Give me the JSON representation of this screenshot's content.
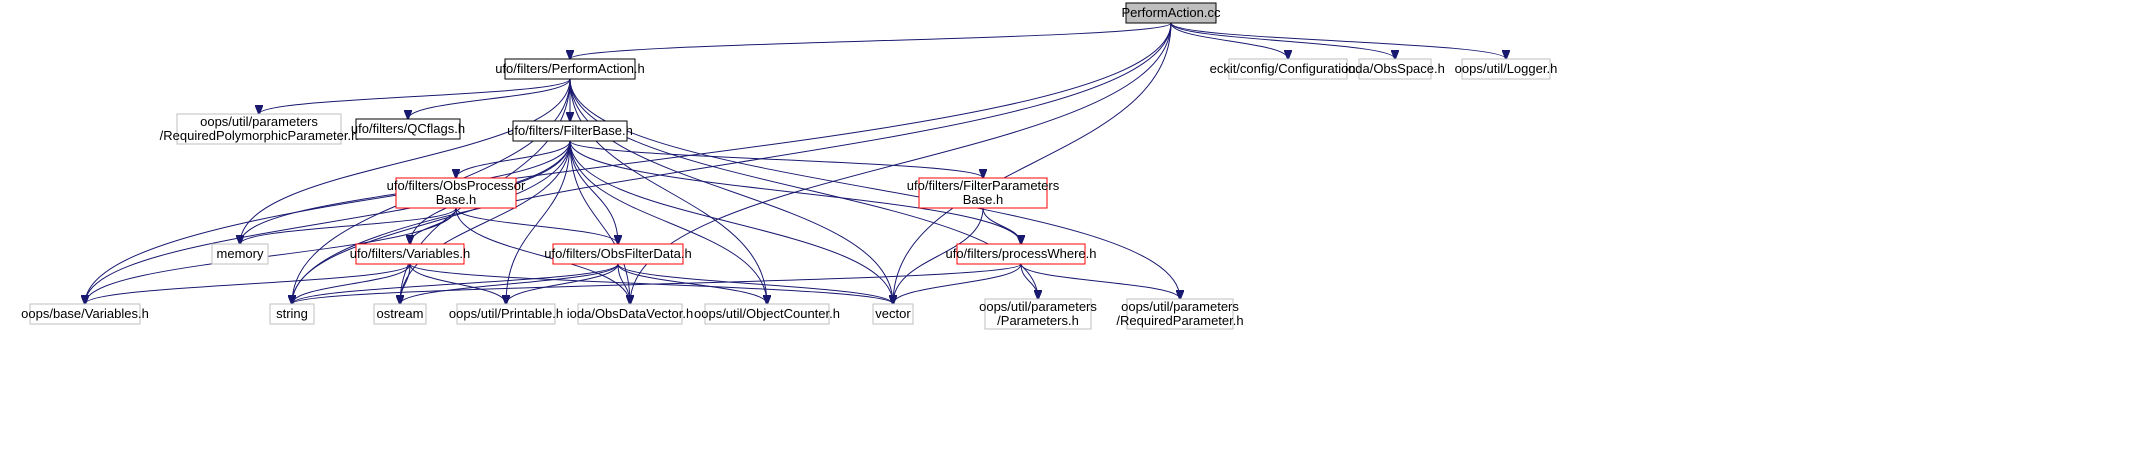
{
  "diagram": {
    "nodes": [
      {
        "id": "root",
        "lines": [
          "PerformAction.cc"
        ],
        "style": "root"
      },
      {
        "id": "performaction_h",
        "lines": [
          "ufo/filters/PerformAction.h"
        ],
        "style": "documented"
      },
      {
        "id": "configuration_h",
        "lines": [
          "eckit/config/Configuration.h"
        ],
        "style": "external"
      },
      {
        "id": "obsspace_h",
        "lines": [
          "ioda/ObsSpace.h"
        ],
        "style": "external"
      },
      {
        "id": "logger_h",
        "lines": [
          "oops/util/Logger.h"
        ],
        "style": "external"
      },
      {
        "id": "reqpoly_h",
        "lines": [
          "oops/util/parameters",
          "/RequiredPolymorphicParameter.h"
        ],
        "style": "external"
      },
      {
        "id": "qcflags_h",
        "lines": [
          "ufo/filters/QCflags.h"
        ],
        "style": "documented"
      },
      {
        "id": "filterbase_h",
        "lines": [
          "ufo/filters/FilterBase.h"
        ],
        "style": "documented"
      },
      {
        "id": "obsprocessor_h",
        "lines": [
          "ufo/filters/ObsProcessor",
          "Base.h"
        ],
        "style": "truncated"
      },
      {
        "id": "filterparams_h",
        "lines": [
          "ufo/filters/FilterParameters",
          "Base.h"
        ],
        "style": "truncated"
      },
      {
        "id": "memory",
        "lines": [
          "memory"
        ],
        "style": "external"
      },
      {
        "id": "variables_h",
        "lines": [
          "ufo/filters/Variables.h"
        ],
        "style": "truncated"
      },
      {
        "id": "obsfilterdata_h",
        "lines": [
          "ufo/filters/ObsFilterData.h"
        ],
        "style": "truncated"
      },
      {
        "id": "processwhere_h",
        "lines": [
          "ufo/filters/processWhere.h"
        ],
        "style": "truncated"
      },
      {
        "id": "oopsvariables_h",
        "lines": [
          "oops/base/Variables.h"
        ],
        "style": "external"
      },
      {
        "id": "string",
        "lines": [
          "string"
        ],
        "style": "external"
      },
      {
        "id": "ostream",
        "lines": [
          "ostream"
        ],
        "style": "external"
      },
      {
        "id": "printable_h",
        "lines": [
          "oops/util/Printable.h"
        ],
        "style": "external"
      },
      {
        "id": "obsdatavector_h",
        "lines": [
          "ioda/ObsDataVector.h"
        ],
        "style": "external"
      },
      {
        "id": "objectcounter_h",
        "lines": [
          "oops/util/ObjectCounter.h"
        ],
        "style": "external"
      },
      {
        "id": "vector",
        "lines": [
          "vector"
        ],
        "style": "external"
      },
      {
        "id": "parameters_h",
        "lines": [
          "oops/util/parameters",
          "/Parameters.h"
        ],
        "style": "external"
      },
      {
        "id": "reqparam_h",
        "lines": [
          "oops/util/parameters",
          "/RequiredParameter.h"
        ],
        "style": "external"
      }
    ],
    "edges": [
      [
        "root",
        "performaction_h"
      ],
      [
        "root",
        "configuration_h"
      ],
      [
        "root",
        "obsspace_h"
      ],
      [
        "root",
        "logger_h"
      ],
      [
        "root",
        "oopsvariables_h"
      ],
      [
        "root",
        "string"
      ],
      [
        "root",
        "obsdatavector_h"
      ],
      [
        "root",
        "vector"
      ],
      [
        "performaction_h",
        "reqpoly_h"
      ],
      [
        "performaction_h",
        "qcflags_h"
      ],
      [
        "performaction_h",
        "filterbase_h"
      ],
      [
        "performaction_h",
        "memory"
      ],
      [
        "performaction_h",
        "string"
      ],
      [
        "performaction_h",
        "ostream"
      ],
      [
        "performaction_h",
        "objectcounter_h"
      ],
      [
        "performaction_h",
        "vector"
      ],
      [
        "performaction_h",
        "parameters_h"
      ],
      [
        "performaction_h",
        "reqparam_h"
      ],
      [
        "filterbase_h",
        "obsprocessor_h"
      ],
      [
        "filterbase_h",
        "filterparams_h"
      ],
      [
        "filterbase_h",
        "memory"
      ],
      [
        "filterbase_h",
        "variables_h"
      ],
      [
        "filterbase_h",
        "obsfilterdata_h"
      ],
      [
        "filterbase_h",
        "processwhere_h"
      ],
      [
        "filterbase_h",
        "oopsvariables_h"
      ],
      [
        "filterbase_h",
        "string"
      ],
      [
        "filterbase_h",
        "ostream"
      ],
      [
        "filterbase_h",
        "printable_h"
      ],
      [
        "filterbase_h",
        "obsdatavector_h"
      ],
      [
        "filterbase_h",
        "objectcounter_h"
      ],
      [
        "filterbase_h",
        "vector"
      ],
      [
        "obsprocessor_h",
        "memory"
      ],
      [
        "obsprocessor_h",
        "variables_h"
      ],
      [
        "obsprocessor_h",
        "obsfilterdata_h"
      ],
      [
        "obsprocessor_h",
        "oopsvariables_h"
      ],
      [
        "obsprocessor_h",
        "obsdatavector_h"
      ],
      [
        "filterparams_h",
        "processwhere_h"
      ],
      [
        "filterparams_h",
        "vector"
      ],
      [
        "variables_h",
        "oopsvariables_h"
      ],
      [
        "variables_h",
        "string"
      ],
      [
        "variables_h",
        "ostream"
      ],
      [
        "variables_h",
        "printable_h"
      ],
      [
        "variables_h",
        "vector"
      ],
      [
        "obsfilterdata_h",
        "string"
      ],
      [
        "obsfilterdata_h",
        "ostream"
      ],
      [
        "obsfilterdata_h",
        "printable_h"
      ],
      [
        "obsfilterdata_h",
        "obsdatavector_h"
      ],
      [
        "obsfilterdata_h",
        "objectcounter_h"
      ],
      [
        "obsfilterdata_h",
        "vector"
      ],
      [
        "processwhere_h",
        "string"
      ],
      [
        "processwhere_h",
        "vector"
      ],
      [
        "processwhere_h",
        "parameters_h"
      ],
      [
        "processwhere_h",
        "reqparam_h"
      ]
    ],
    "colors": {
      "edge": "#191970",
      "root_fill": "#bfbfbf",
      "root_border": "#000000",
      "documented_border": "#000000",
      "truncated_border": "#ff0000",
      "external_border": "#bfbfbf"
    }
  }
}
